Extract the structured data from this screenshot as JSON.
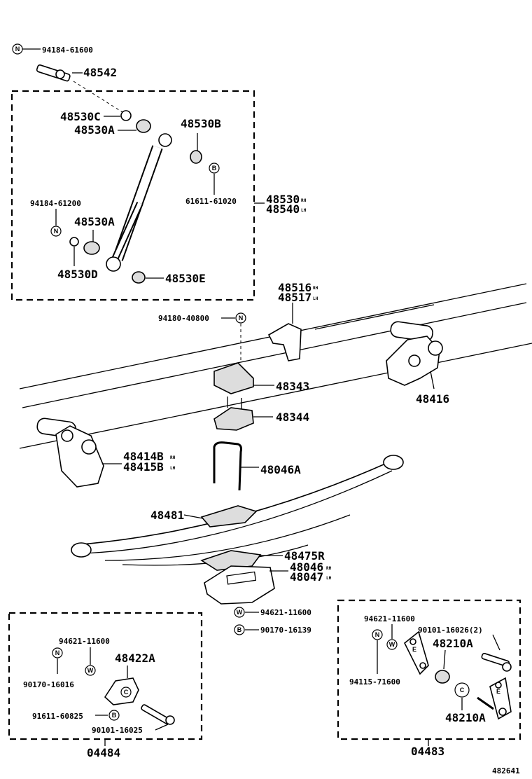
{
  "labels": {
    "p94184_61600": "94184-61600",
    "p48542": "48542",
    "p48530C": "48530C",
    "p48530A_top": "48530A",
    "p48530B": "48530B",
    "p61611_61020": "61611-61020",
    "p48530": "48530",
    "p48540": "48540",
    "p94184_61200": "94184-61200",
    "p48530A_mid": "48530A",
    "p48530D": "48530D",
    "p48530E": "48530E",
    "p48516": "48516",
    "p48517": "48517",
    "p94180_40800": "94180-40800",
    "p48343": "48343",
    "p48416": "48416",
    "p48344": "48344",
    "p48414B": "48414B",
    "p48415B": "48415B",
    "p48046A": "48046A",
    "p48481": "48481",
    "p48475R": "48475R",
    "p48046": "48046",
    "p48047": "48047",
    "p94621_11600_c": "94621-11600",
    "p90170_16139": "90170-16139",
    "p94621_11600_l": "94621-11600",
    "p48422A": "48422A",
    "p90170_16016": "90170-16016",
    "p91611_60825": "91611-60825",
    "p90101_16025": "90101-16025",
    "p04484": "04484",
    "p94621_11600_r": "94621-11600",
    "p90101_16026": "90101-16026(2)",
    "p48210A_top": "48210A",
    "p94115_71600": "94115-71600",
    "p48210A_bot": "48210A",
    "p04483": "04483",
    "fig_no": "482641"
  },
  "suffixes": {
    "rh": "RH",
    "lh": "LH"
  },
  "markers": {
    "n": "N",
    "b": "B",
    "w": "W",
    "c": "C",
    "e": "E"
  }
}
